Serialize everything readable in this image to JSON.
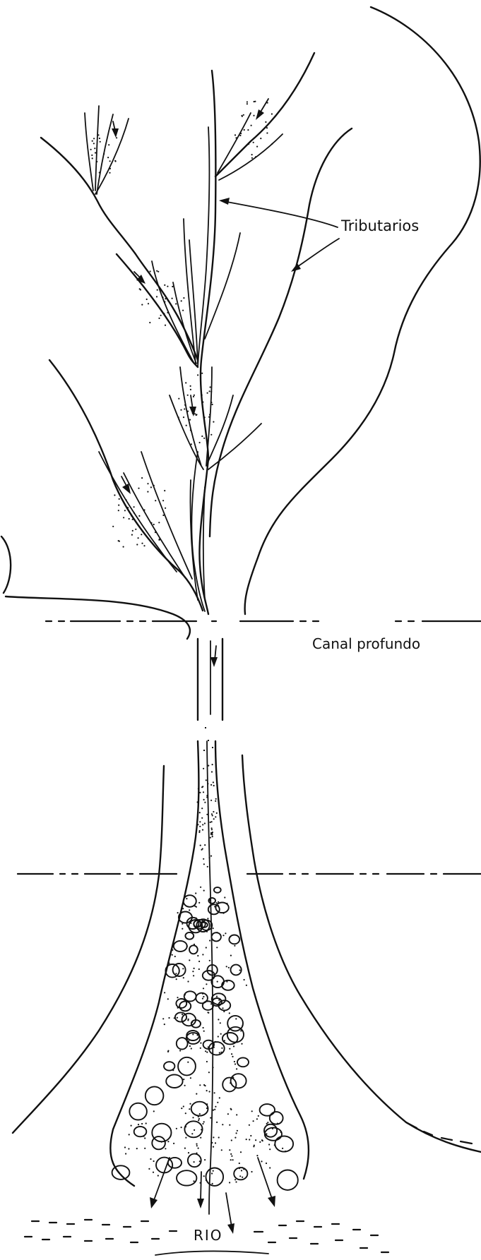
{
  "labels": {
    "tributaries": "Tributarios",
    "deep_channel": "Canal profundo",
    "river": "RIO"
  },
  "colors": {
    "ink": "#111111",
    "background": "#ffffff"
  }
}
